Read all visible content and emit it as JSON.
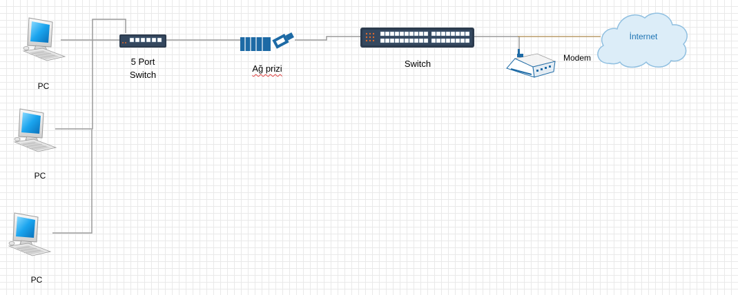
{
  "diagram": {
    "pcs": [
      {
        "label": "PC"
      },
      {
        "label": "PC"
      },
      {
        "label": "PC"
      }
    ],
    "five_port_switch": {
      "line1": "5 Port",
      "line2": "Switch"
    },
    "network_outlet": {
      "label": "Ağ prizi"
    },
    "switch": {
      "label": "Switch"
    },
    "modem": {
      "label": "Modem"
    },
    "internet": {
      "label": "İnternet"
    }
  },
  "colors": {
    "link": "#9a9a9a",
    "cloud_fill": "#dcedf8",
    "cloud_stroke": "#8fbfe0",
    "device_dark": "#2b3a4d",
    "device_blue": "#1d6aa5"
  }
}
